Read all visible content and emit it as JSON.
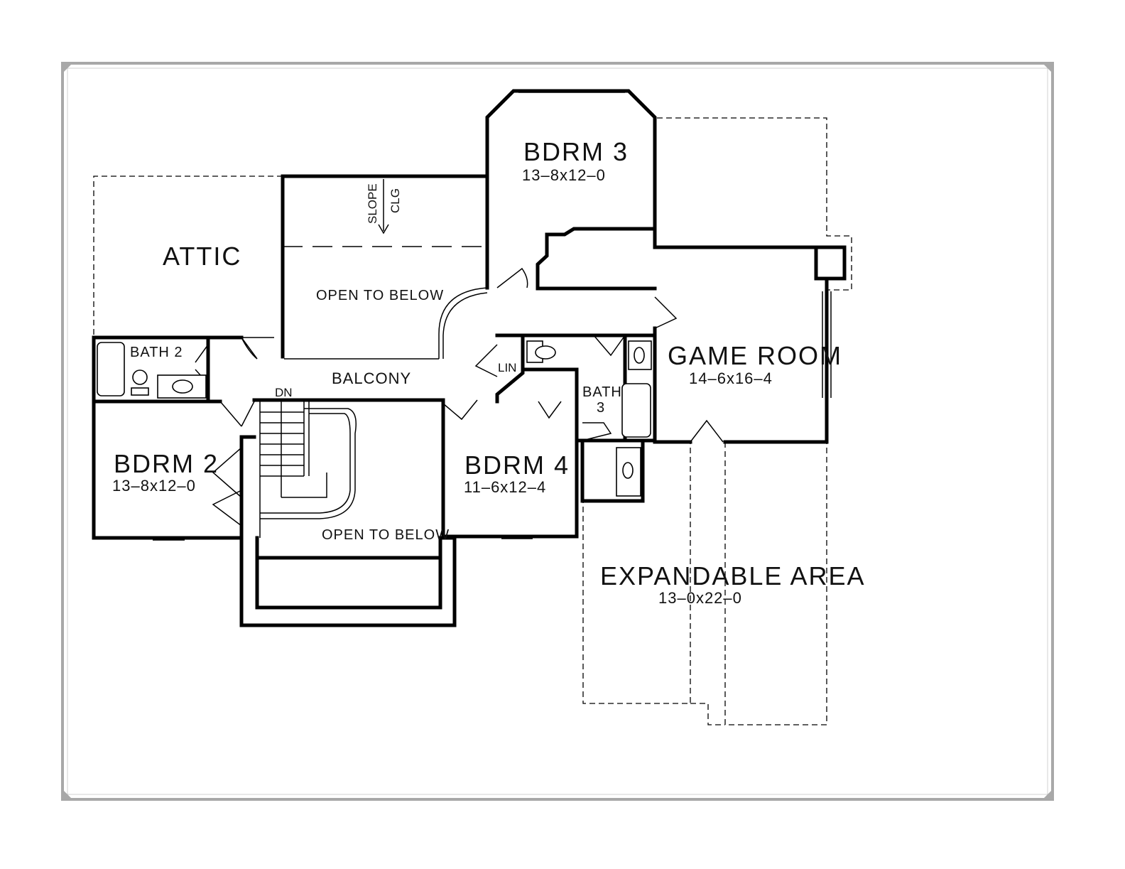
{
  "rooms": {
    "attic": "ATTIC",
    "open_to_below_upper": "OPEN TO BELOW",
    "slope": "SLOPE",
    "clg": "CLG",
    "bdrm3_name": "BDRM 3",
    "bdrm3_size": "13–8x12–0",
    "bath2": "BATH 2",
    "balcony": "BALCONY",
    "dn": "DN",
    "lin": "LIN",
    "bath3_line1": "BATH",
    "bath3_line2": "3",
    "game_room_name": "GAME ROOM",
    "game_room_size": "14–6x16–4",
    "bdrm2_name": "BDRM 2",
    "bdrm2_size": "13–8x12–0",
    "bdrm4_name": "BDRM 4",
    "bdrm4_size": "11–6x12–4",
    "open_to_below_lower": "OPEN TO BELOW",
    "expandable_name": "EXPANDABLE AREA",
    "expandable_size": "13–0x22–0"
  },
  "colors": {
    "border": "#a8a8a8",
    "walls": "#000000",
    "background": "#ffffff"
  }
}
